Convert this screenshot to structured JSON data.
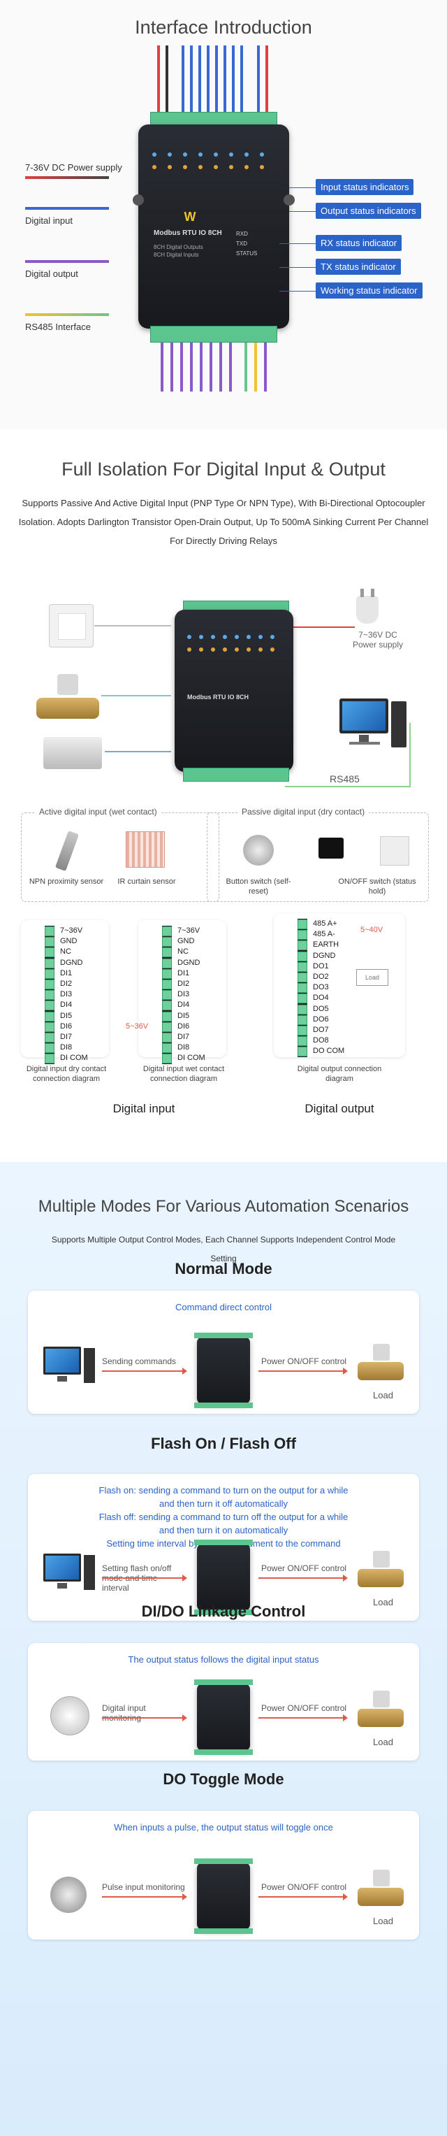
{
  "section1": {
    "title": "Interface Introduction",
    "left_labels": [
      "7-36V DC Power supply",
      "Digital input",
      "Digital output",
      "RS485 Interface"
    ],
    "right_tags": [
      "Input status indicators",
      "Output status indicators",
      "RX status indicator",
      "TX status indicator",
      "Working status indicator"
    ],
    "device_name": "Modbus RTU IO 8CH",
    "device_lines": [
      "8CH Digital Outputs",
      "8CH Digital Inputs"
    ],
    "led_labels": [
      "RXD",
      "TXD",
      "STATUS"
    ]
  },
  "section2": {
    "title": "Full Isolation For Digital Input & Output",
    "subtitle": "Supports Passive And Active Digital Input (PNP Type Or NPN Type), With Bi-Directional Optocoupler Isolation. Adopts Darlington Transistor Open-Drain Output, Up To 500mA Sinking Current Per Channel For Directly Driving Relays",
    "power_label": "7~36V DC Power supply",
    "device_name": "Modbus RTU IO 8CH",
    "rs485": "RS485",
    "active_title": "Active digital input (wet contact)",
    "passive_title": "Passive digital input (dry contact)",
    "active_items": [
      "NPN proximity sensor",
      "IR curtain sensor"
    ],
    "passive_items": [
      "Button switch (self-reset)",
      "ON/OFF switch (status hold)"
    ],
    "d1_pins": [
      "7~36V",
      "GND",
      "NC",
      "DGND",
      "DI1",
      "DI2",
      "DI3",
      "DI4",
      "DI5",
      "DI6",
      "DI7",
      "DI8",
      "DI COM"
    ],
    "d2_pins": [
      "7~36V",
      "GND",
      "NC",
      "DGND",
      "DI1",
      "DI2",
      "DI3",
      "DI4",
      "DI5",
      "DI6",
      "DI7",
      "DI8",
      "DI COM"
    ],
    "d3_pins": [
      "485 A+",
      "485 A-",
      "EARTH",
      "DGND",
      "DO1",
      "DO2",
      "DO3",
      "DO4",
      "DO5",
      "DO6",
      "DO7",
      "DO8",
      "DO COM"
    ],
    "d1_caption": "Digital input dry contact connection diagram",
    "d2_caption": "Digital input wet contact connection diagram",
    "d3_caption": "Digital output connection diagram",
    "v_label_1": "5~36V",
    "v_label_2": "5~40V",
    "load_label": "Load",
    "digital_input": "Digital input",
    "digital_output": "Digital output"
  },
  "section3": {
    "title": "Multiple Modes For Various Automation Scenarios",
    "subtitle": "Supports Multiple Output Control Modes, Each Channel Supports Independent Control Mode Setting",
    "modes": [
      {
        "title": "Normal Mode",
        "desc": [
          "Command direct control"
        ],
        "left_label": "Sending commands",
        "right_label": "Power ON/OFF control",
        "load": "Load"
      },
      {
        "title": "Flash On / Flash Off",
        "desc": [
          "Flash on: sending a command to turn on the output for a while",
          "and then turn it off automatically",
          "Flash off: sending a command to turn off the output for a while",
          "and then turn it on automatically",
          "Setting time interval by passing argument to the command"
        ],
        "left_label": "Setting flash on/off mode and time interval",
        "right_label": "Power ON/OFF control",
        "load": "Load"
      },
      {
        "title": "DI/DO Linkage Control",
        "desc": [
          "The output status follows the digital input status"
        ],
        "left_label": "Digital input monitoring",
        "right_label": "Power ON/OFF control",
        "load": "Load"
      },
      {
        "title": "DO Toggle Mode",
        "desc": [
          "When inputs a pulse, the output status will toggle once"
        ],
        "left_label": "Pulse input monitoring",
        "right_label": "Power ON/OFF control",
        "load": "Load"
      }
    ]
  },
  "colors": {
    "accent": "#2b64c8",
    "terminal": "#5cc48e",
    "device": "#1d1f23",
    "arrow": "#e05a4a"
  }
}
